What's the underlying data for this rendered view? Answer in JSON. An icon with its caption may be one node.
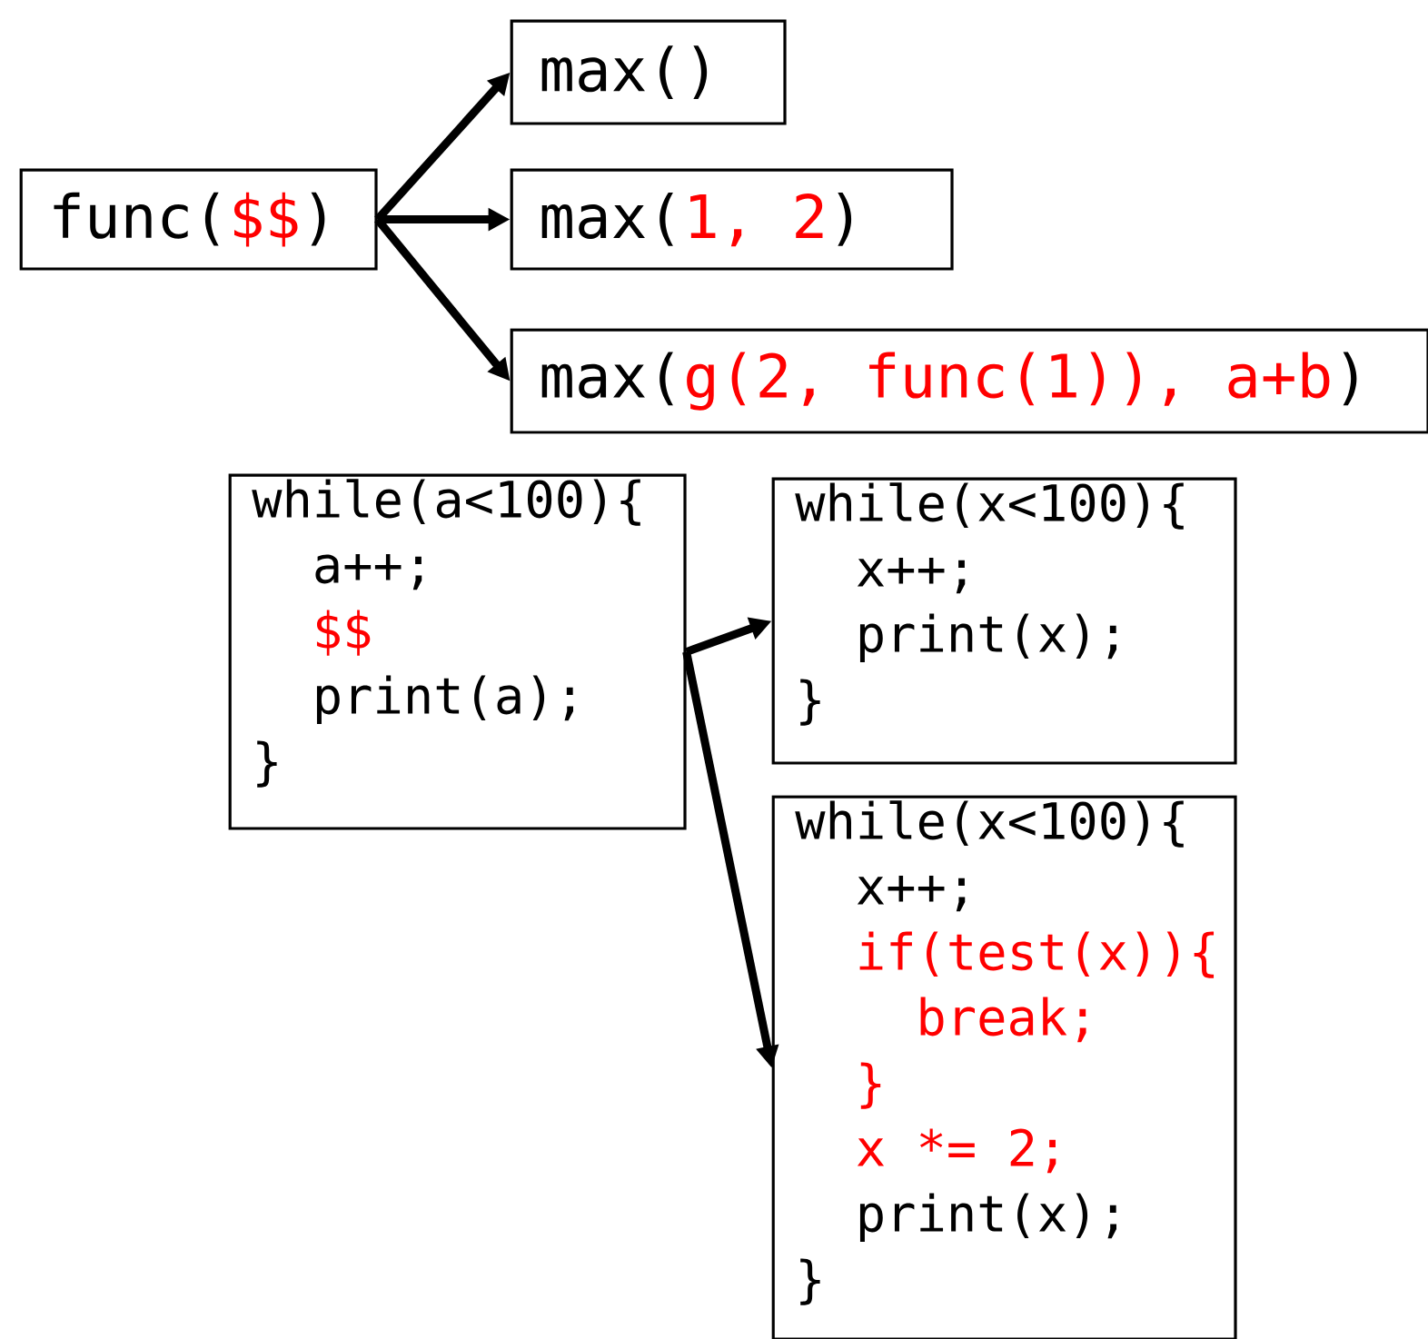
{
  "diagram": {
    "nodes": [
      {
        "text": [
          "func(",
          "$$",
          ")"
        ]
      },
      {
        "text": [
          "max()"
        ]
      },
      {
        "text": [
          "max(",
          "1, 2",
          ")"
        ]
      },
      {
        "text": [
          "max(",
          "g(2, func(1)), a+b",
          ")"
        ]
      },
      {
        "text": [
          "while(a<100){",
          "a++;",
          "$$",
          "print(a);",
          "}"
        ]
      },
      {
        "text": [
          "while(x<100){",
          "x++;",
          "print(x);",
          "}"
        ]
      },
      {
        "text": [
          "while(x<100){",
          "x++;",
          "if(test(x)){",
          "break;",
          "}",
          "x *= 2;",
          "print(x);",
          "}"
        ]
      }
    ],
    "edges": [
      {
        "from": 0,
        "to": 1,
        "arrow": "to"
      },
      {
        "from": 0,
        "to": 2,
        "arrow": "to"
      },
      {
        "from": 0,
        "to": 3,
        "arrow": "to"
      },
      {
        "from": 4,
        "to": 5,
        "arrow": "to"
      },
      {
        "from": 4,
        "to": 6,
        "arrow": "to"
      }
    ]
  }
}
